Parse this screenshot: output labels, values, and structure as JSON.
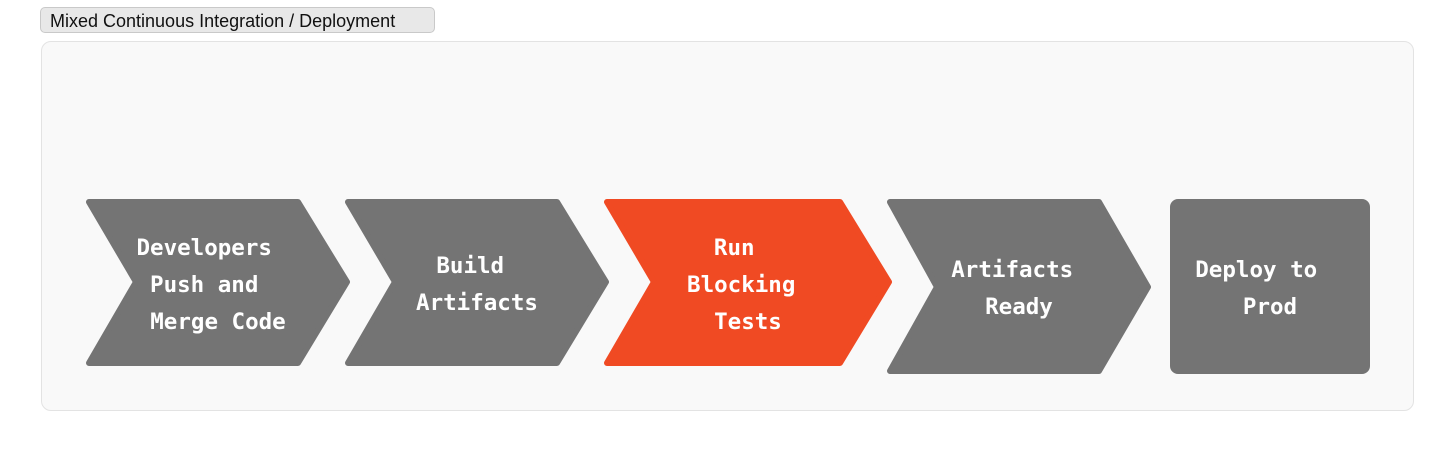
{
  "title": "Mixed Continuous Integration / Deployment",
  "colors": {
    "step_default": "#747474",
    "step_highlight": "#f04a23",
    "label": "#ffffff"
  },
  "steps": [
    {
      "lines": [
        "Developers",
        "Push and",
        "Merge Code"
      ],
      "highlighted": false
    },
    {
      "lines": [
        "Build",
        "Artifacts"
      ],
      "highlighted": false
    },
    {
      "lines": [
        "Run",
        "Blocking",
        "Tests"
      ],
      "highlighted": true
    },
    {
      "lines": [
        "Artifacts",
        "Ready"
      ],
      "highlighted": false
    },
    {
      "lines": [
        "Deploy to",
        "Prod"
      ],
      "highlighted": false
    }
  ]
}
